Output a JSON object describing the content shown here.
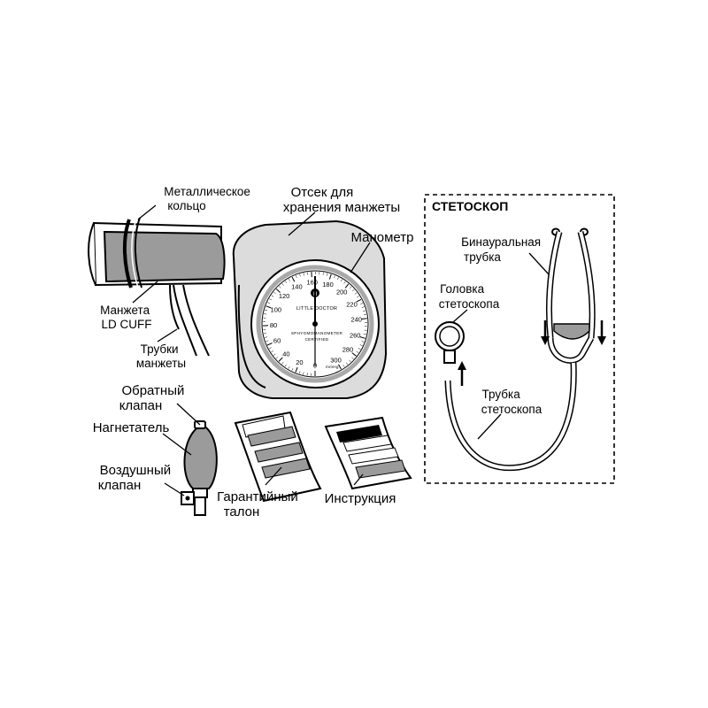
{
  "labels": {
    "metal_ring": [
      "Металлическое",
      "кольцо"
    ],
    "cuff": [
      "Манжета",
      "LD CUFF"
    ],
    "cuff_tubes": [
      "Трубки",
      "манжеты"
    ],
    "storage": [
      "Отсек для",
      "хранения манжеты"
    ],
    "manometer": "Манометр",
    "check_valve": [
      "Обратный",
      "клапан"
    ],
    "bulb": "Нагнетатель",
    "air_valve": [
      "Воздушный",
      "клапан"
    ],
    "warranty": [
      "Гарантийный",
      "талон"
    ],
    "manual": "Инструкция",
    "stethoscope_title": "СТЕТОСКОП",
    "binaural": [
      "Бинауральная",
      "трубка"
    ],
    "chestpiece": [
      "Головка",
      "стетоскопа"
    ],
    "steth_tube": [
      "Трубка",
      "стетоскопа"
    ]
  },
  "gauge": {
    "ticks": [
      "0",
      "20",
      "40",
      "60",
      "80",
      "100",
      "120",
      "140",
      "160",
      "180",
      "200",
      "220",
      "240",
      "260",
      "280",
      "300"
    ],
    "brand_top": "LITTLE DOCTOR",
    "line1": "SPHYGMOMANOMETER",
    "line2": "CERTIFIED",
    "unit": "mmHg",
    "logo": "ld"
  }
}
